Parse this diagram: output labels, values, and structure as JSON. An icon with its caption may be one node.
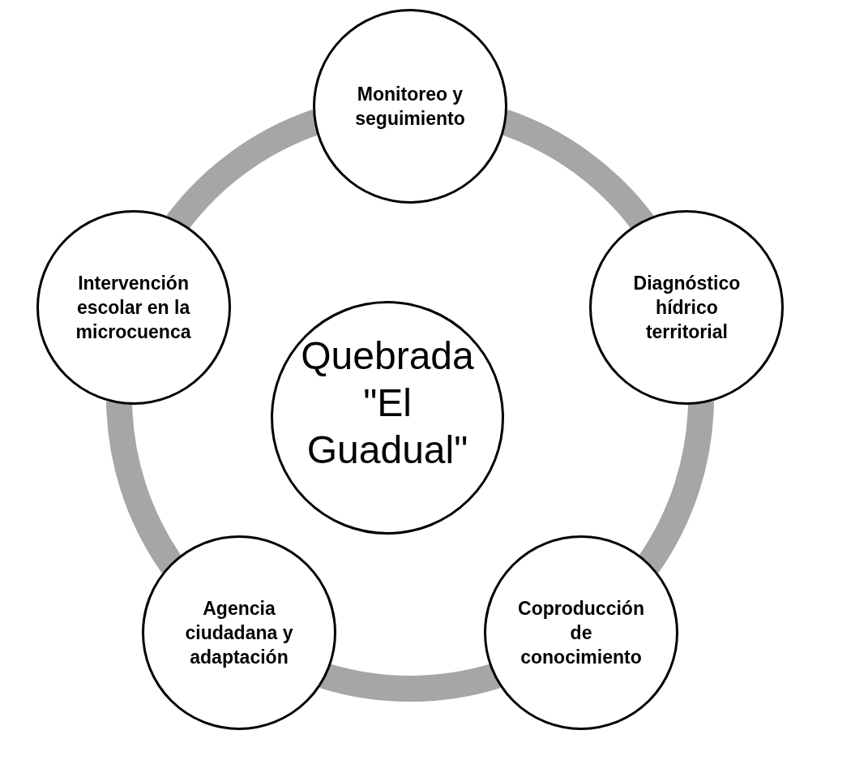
{
  "diagram": {
    "nodes": [
      {
        "text": [
          "Monitoreo y seguimiento"
        ]
      },
      {
        "text": [
          "Intervención escolar en la microcuenca"
        ]
      },
      {
        "text": [
          "Diagnóstico hídrico territorial"
        ]
      },
      {
        "text": [
          "Quebrada \"El Guadual\""
        ]
      },
      {
        "text": [
          "Agencia ciudadana y adaptación"
        ]
      },
      {
        "text": [
          "Coproducción de conocimiento"
        ]
      }
    ],
    "edges": [
      {
        "from": 0,
        "to": 2,
        "arrow": "none"
      },
      {
        "from": 2,
        "to": 5,
        "arrow": "none"
      },
      {
        "from": 5,
        "to": 4,
        "arrow": "none"
      },
      {
        "from": 4,
        "to": 1,
        "arrow": "none"
      },
      {
        "from": 1,
        "to": 0,
        "arrow": "none"
      }
    ]
  }
}
